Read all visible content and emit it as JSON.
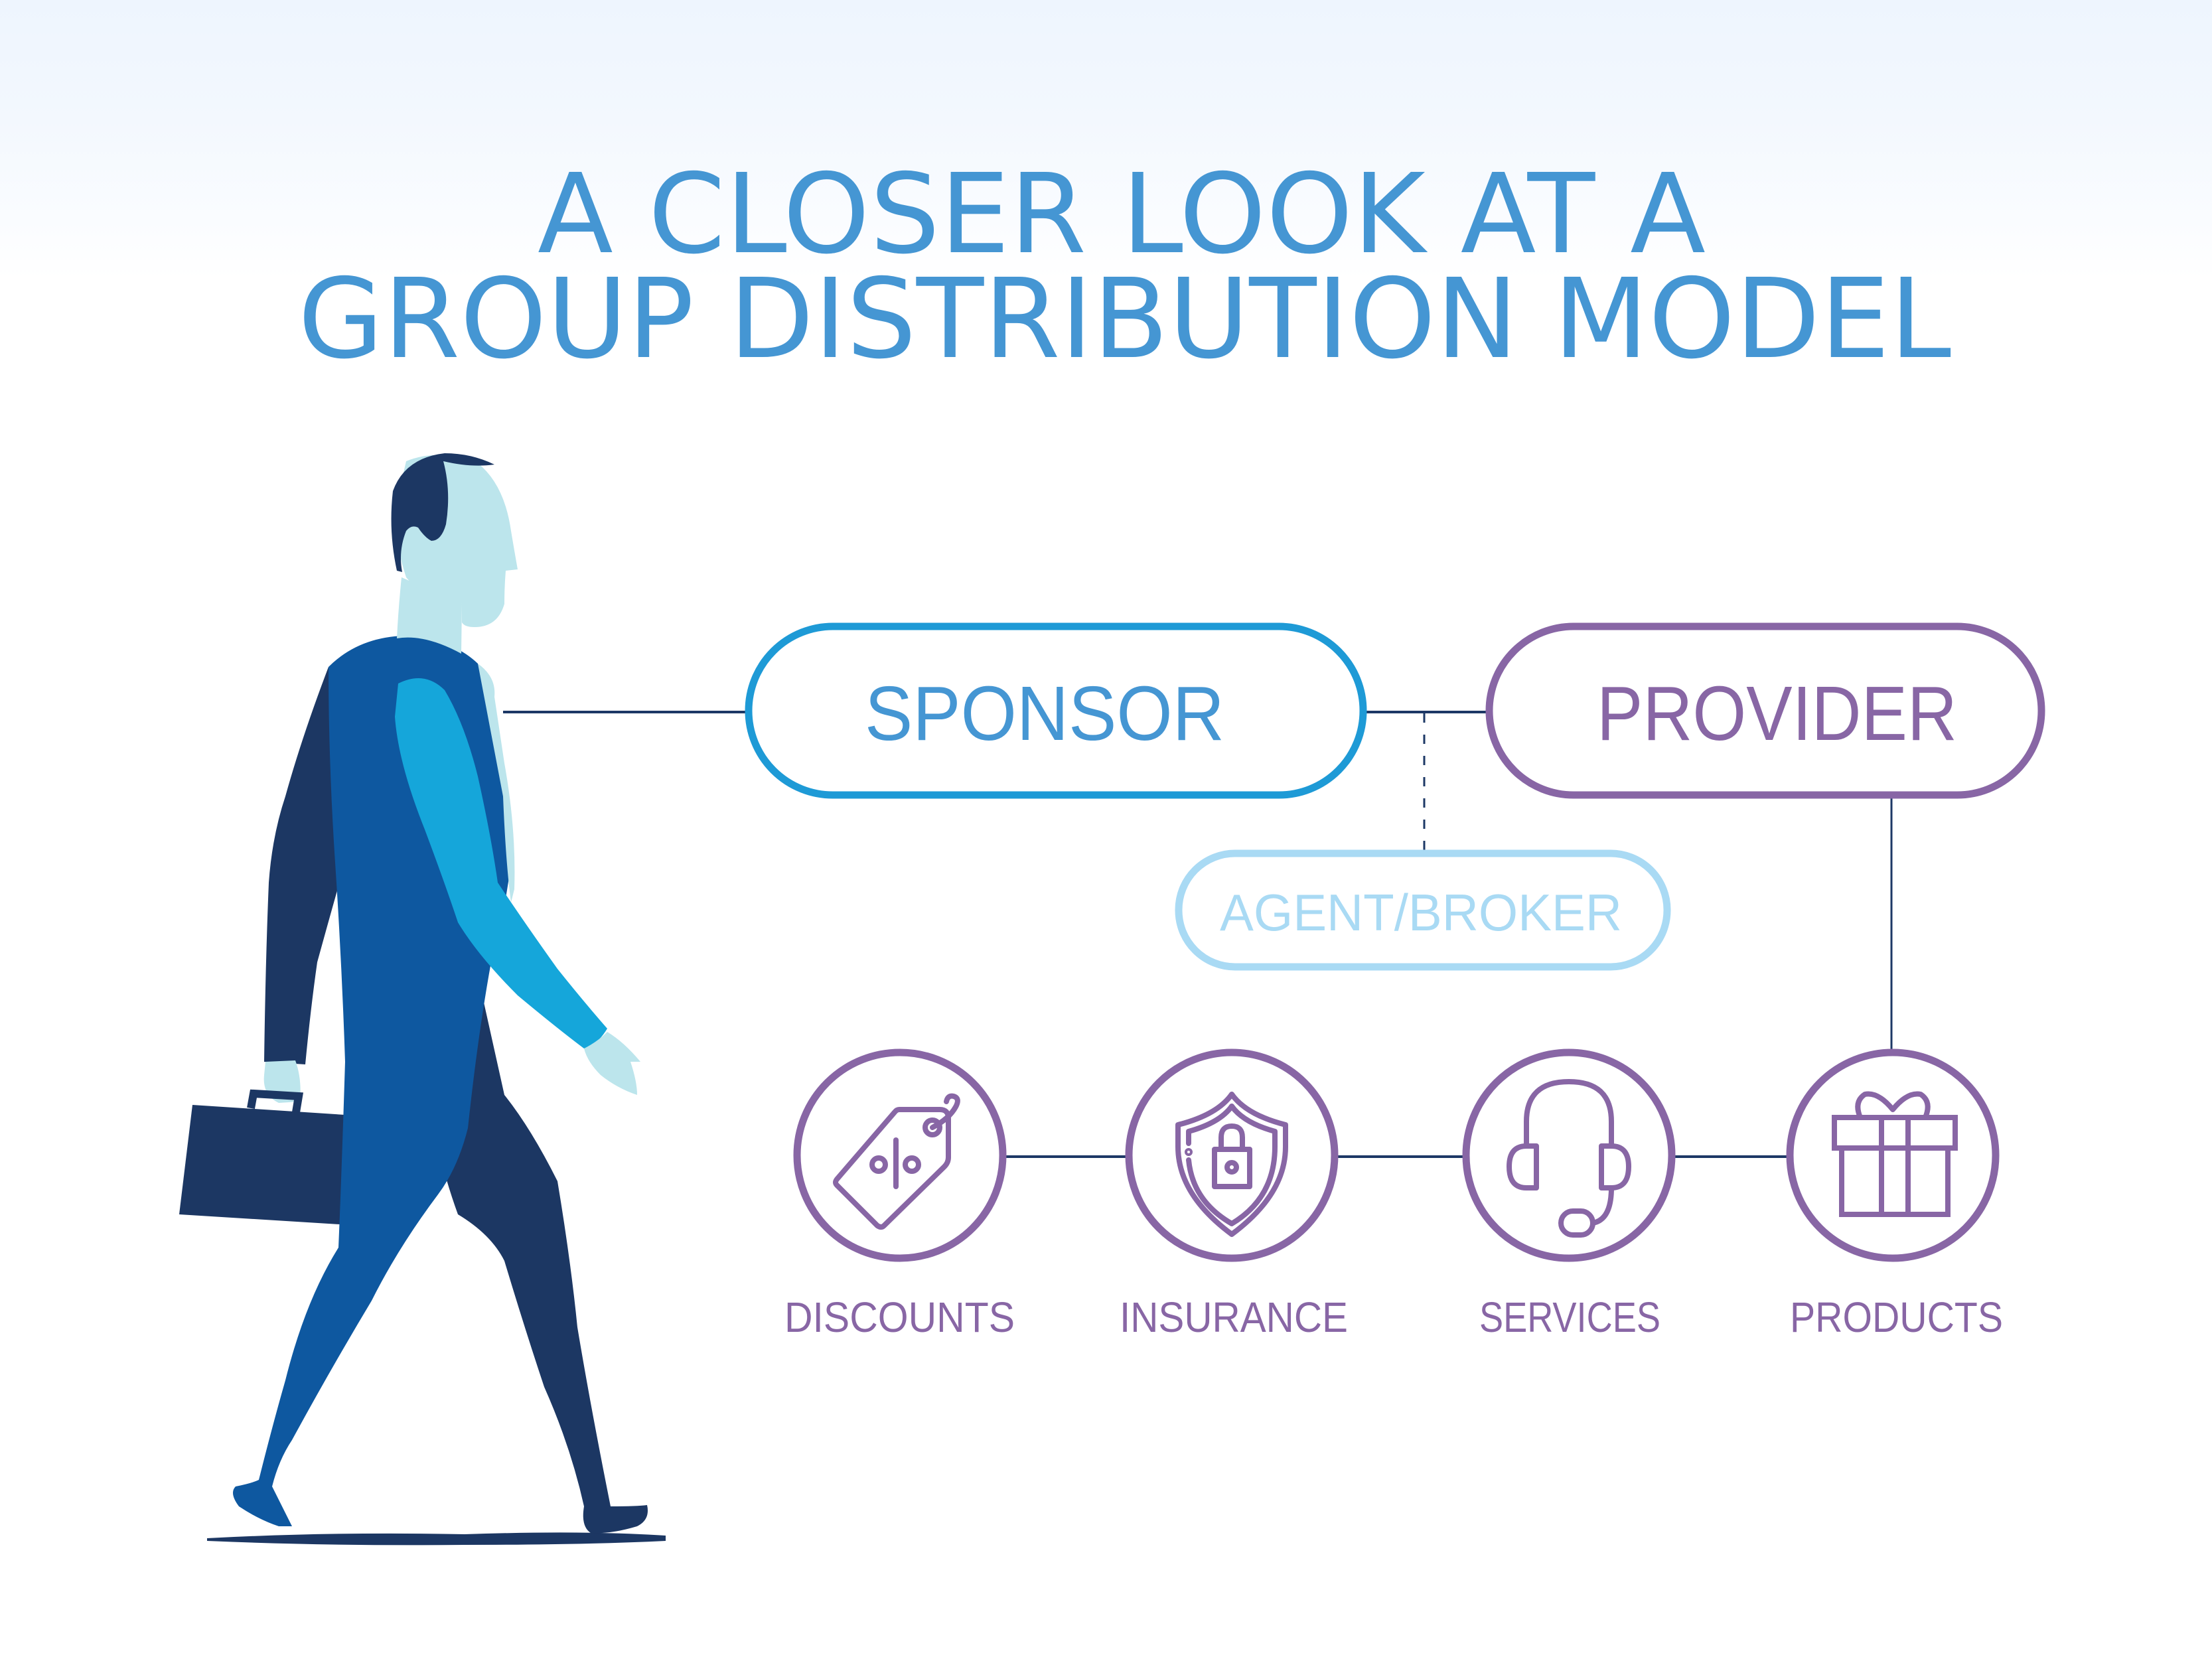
{
  "title": {
    "line1": "A CLOSER LOOK AT A",
    "line2": "GROUP DISTRIBUTION MODEL"
  },
  "nodes": {
    "sponsor": {
      "label": "SPONSOR"
    },
    "provider": {
      "label": "PROVIDER"
    },
    "agent_broker": {
      "label": "AGENT/BROKER"
    }
  },
  "categories": [
    {
      "label": "DISCOUNTS",
      "icon": "discount-tag-icon"
    },
    {
      "label": "INSURANCE",
      "icon": "shield-lock-icon"
    },
    {
      "label": "SERVICES",
      "icon": "headset-icon"
    },
    {
      "label": "PRODUCTS",
      "icon": "gift-box-icon"
    }
  ],
  "colors": {
    "title": "#4596D3",
    "sponsor": "#1E9AD6",
    "sponsor_text": "#4596D3",
    "provider": "#8866A5",
    "agent_broker": "#A9DAF4",
    "category": "#8866A5",
    "connector": "#1D3866",
    "figure_dark": "#1C3763",
    "figure_mid": "#0E58A0",
    "figure_light": "#15A6DA",
    "figure_skin": "#BCE5EC"
  },
  "illustration": {
    "subject": "walking-businessman-with-briefcase"
  }
}
